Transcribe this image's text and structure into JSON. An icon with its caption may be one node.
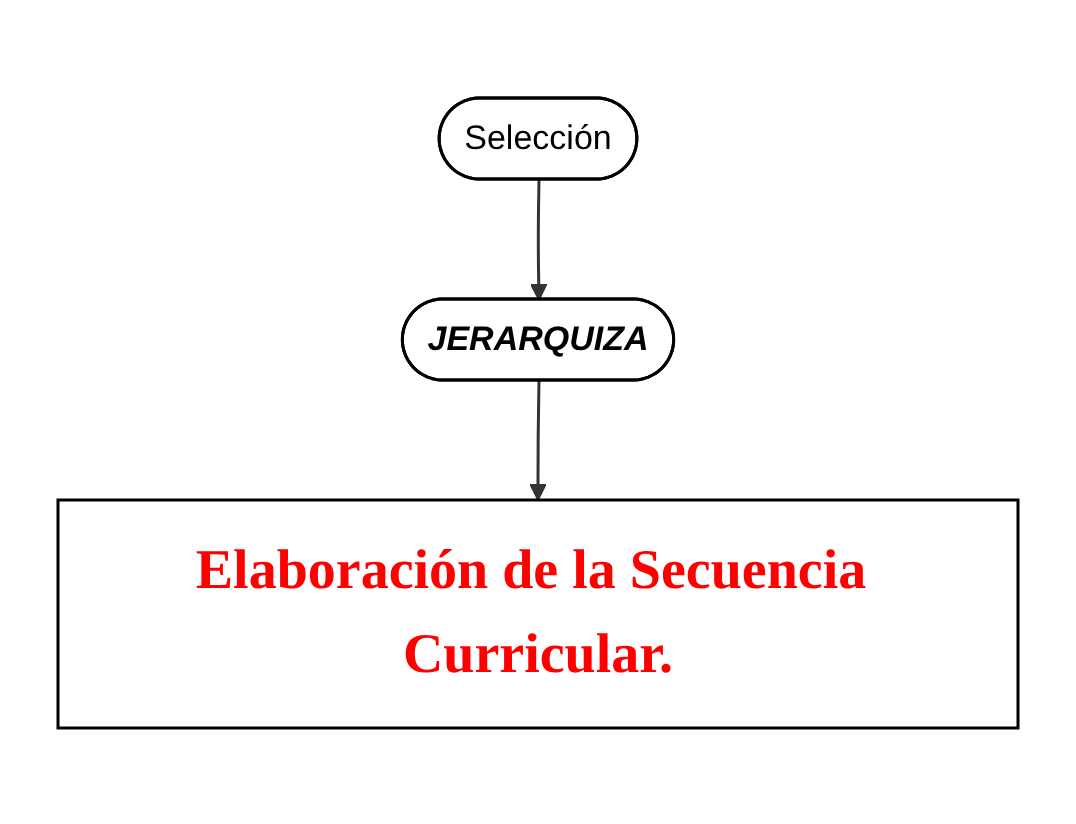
{
  "diagram": {
    "nodes": [
      {
        "text": [
          "Selección"
        ]
      },
      {
        "text": [
          "JERARQUIZA"
        ]
      },
      {
        "text": [
          "Elaboración de la Secuencia Curricular."
        ]
      }
    ],
    "edges": [
      {
        "from": 0,
        "to": 1,
        "arrow": "to"
      },
      {
        "from": 1,
        "to": 2,
        "arrow": "to"
      }
    ]
  }
}
